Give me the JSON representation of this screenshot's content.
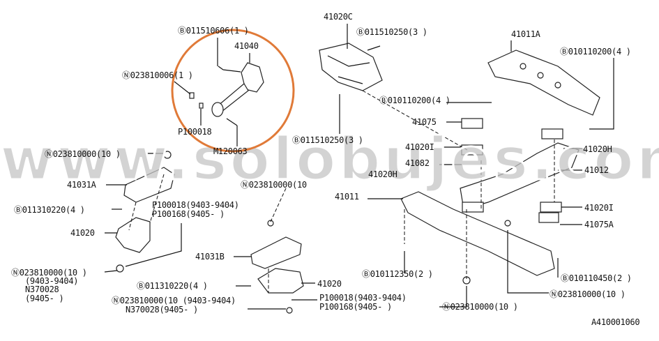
{
  "diagram": {
    "highlight_color": "#e07a38",
    "watermark": "www.solobujes.com",
    "figure_code": "A410001060",
    "labels": {
      "b_011510606": "Ⓑ011510606(1 )",
      "p_41040": "41040",
      "n_023810006": "Ⓝ023810006(1 )",
      "p100018_a": "P100018",
      "m120063": "M120063",
      "p_41020c": "41020C",
      "b_011510250_top": "Ⓑ011510250(3 )",
      "b_010110200_mid": "Ⓑ010110200(4 )",
      "p_41075": "41075",
      "p_41020i_left": "41020I",
      "p_41082": "41082",
      "p_41020h_left": "41020H",
      "p_41011": "41011",
      "b_011510250_bottom": "Ⓑ011510250(3 )",
      "p_41011a": "41011A",
      "b_010110200_right": "Ⓑ010110200(4 )",
      "p_41020h_right": "41020H",
      "p_41012": "41012",
      "p_41020i_right": "41020I",
      "p_41075a": "41075A",
      "b_010112350": "Ⓑ010112350(2 )",
      "b_010110450": "Ⓑ010110450(2 )",
      "n_023810000_right": "Ⓝ023810000(10 )",
      "n_023810000_bottom_mid": "Ⓝ023810000(10 )",
      "n_023810000_top_left": "Ⓝ023810000(10 )",
      "p_41031a": "41031A",
      "b_011310220_left": "Ⓑ011310220(4 )",
      "p_41020_left": "41020",
      "p100018_left": "P100018(9403-9404)",
      "p100168_left": "P100168(9405-    )",
      "n_023810000_left": "Ⓝ023810000(10 )",
      "n_left_range1": "(9403-9404)",
      "n370028_left": "N370028",
      "n_left_range2": "(9405-    )",
      "n_023810000_center": "Ⓝ023810000(10",
      "p_41031b": "41031B",
      "b_011310220_center": "Ⓑ011310220(4 )",
      "p_41020_center": "41020",
      "n_023810000_bottom": "Ⓝ023810000(10 (9403-9404)",
      "n370028_bottom": "N370028(9405-    )",
      "p100018_right": "P100018(9403-9404)",
      "p100168_right": "P100168(9405-    )"
    }
  }
}
